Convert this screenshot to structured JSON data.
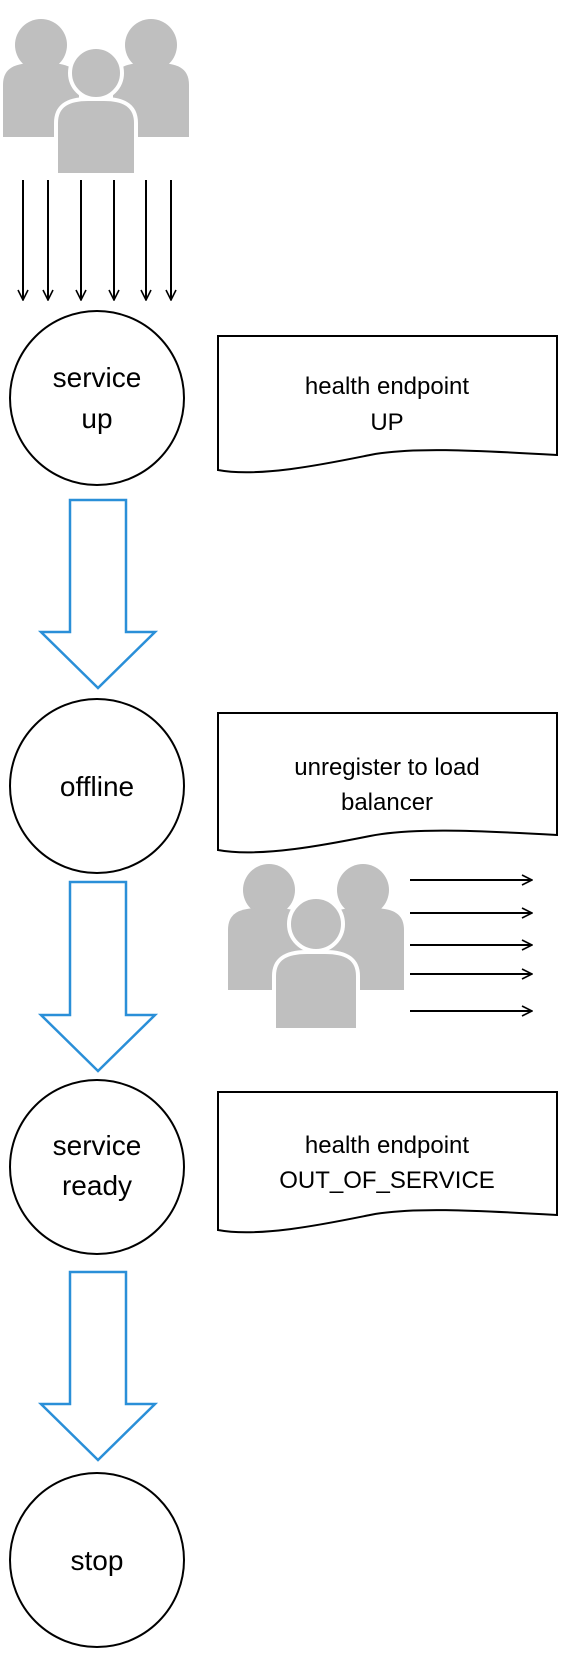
{
  "colors": {
    "people": "#bfbfbf",
    "flow_arrow": "#2a8fd8",
    "line": "#000000"
  },
  "nodes": [
    {
      "id": "service-up",
      "lines": [
        "service",
        "up"
      ]
    },
    {
      "id": "offline",
      "lines": [
        "offline"
      ]
    },
    {
      "id": "service-ready",
      "lines": [
        "service",
        "ready"
      ]
    },
    {
      "id": "stop",
      "lines": [
        "stop"
      ]
    }
  ],
  "notes": [
    {
      "id": "health-up",
      "lines": [
        "health endpoint",
        "UP"
      ]
    },
    {
      "id": "unregister",
      "lines": [
        "unregister to load",
        "balancer"
      ]
    },
    {
      "id": "health-oos",
      "lines": [
        "health endpoint",
        "OUT_OF_SERVICE"
      ]
    }
  ],
  "icons": {
    "incoming_users": "users-group-icon",
    "departing_users": "users-group-icon"
  }
}
